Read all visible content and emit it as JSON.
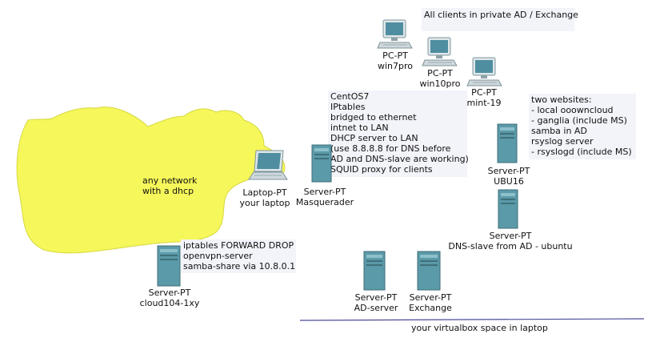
{
  "cloud": {
    "text_line1": "any network",
    "text_line2": "with a dhcp",
    "color": "#f5f75a"
  },
  "notes": {
    "clients": "All clients in private AD / Exchange",
    "masquerader": "CentOS7\nIPtables\nbridged to ethernet\nintnet to LAN\nDHCP server to LAN\n(use 8.8.8.8 for DNS before\nAD and DNS-slave are working)\nSQUID proxy for clients",
    "ubu16": "two websites:\n- local ooowncloud\n- ganglia (include MS)\nsamba in AD\nrsyslog server\n- rsyslogd (include MS)",
    "cloud104": "iptables FORWARD DROP\nopenvpn-server\nsamba-share via 10.8.0.1"
  },
  "nodes": {
    "win7pro": {
      "type": "PC-PT",
      "name": "win7pro"
    },
    "win10pro": {
      "type": "PC-PT",
      "name": "win10pro"
    },
    "mint19": {
      "type": "PC-PT",
      "name": "mint-19"
    },
    "laptop": {
      "type": "Laptop-PT",
      "name": "your laptop"
    },
    "masquerader": {
      "type": "Server-PT",
      "name": "Masquerader"
    },
    "ubu16": {
      "type": "Server-PT",
      "name": "UBU16"
    },
    "dnsslave": {
      "type": "Server-PT",
      "name": "DNS-slave from AD - ubuntu"
    },
    "adserver": {
      "type": "Server-PT",
      "name": "AD-server"
    },
    "exchange": {
      "type": "Server-PT",
      "name": "Exchange"
    },
    "cloud104": {
      "type": "Server-PT",
      "name": "cloud104-1xy"
    }
  },
  "vbox_label": "your virtualbox space in laptop",
  "colors": {
    "line": "#4a4a9a",
    "note_bg": "#f3f4fa",
    "server": "#5b9aa8"
  }
}
